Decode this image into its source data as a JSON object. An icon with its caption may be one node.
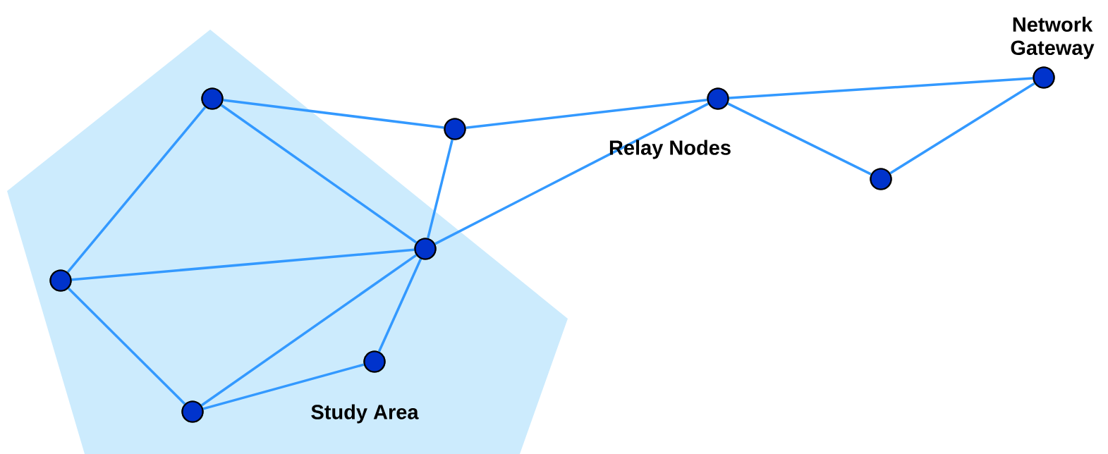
{
  "diagram": {
    "nodes": [
      {
        "text": [
          "Study Area"
        ]
      },
      {
        "text": [],
        "shape": "circle",
        "in": 0
      },
      {
        "text": [],
        "shape": "circle",
        "in": 0
      },
      {
        "text": [],
        "shape": "circle",
        "in": 0
      },
      {
        "text": [],
        "shape": "circle",
        "in": 0
      },
      {
        "text": [],
        "shape": "circle",
        "in": 0
      },
      {
        "text": [],
        "shape": "circle"
      },
      {
        "text": [],
        "shape": "circle"
      },
      {
        "text": [],
        "shape": "circle"
      },
      {
        "text": [],
        "shape": "circle",
        "beside": [
          "Network Gateway"
        ]
      }
    ],
    "edges": [
      {
        "from": 1,
        "to": 6,
        "arrow": "none"
      },
      {
        "from": 1,
        "to": 3,
        "arrow": "none"
      },
      {
        "from": 1,
        "to": 2,
        "arrow": "none"
      },
      {
        "from": 2,
        "to": 3,
        "arrow": "none"
      },
      {
        "from": 2,
        "to": 5,
        "arrow": "none"
      },
      {
        "from": 5,
        "to": 3,
        "arrow": "none"
      },
      {
        "from": 5,
        "to": 4,
        "arrow": "none"
      },
      {
        "from": 4,
        "to": 3,
        "arrow": "none"
      },
      {
        "from": 3,
        "to": 6,
        "arrow": "none"
      },
      {
        "from": 3,
        "to": 7,
        "arrow": "none"
      },
      {
        "from": 6,
        "to": 7,
        "arrow": "none"
      },
      {
        "from": 7,
        "to": 9,
        "arrow": "none"
      },
      {
        "from": 7,
        "to": 8,
        "arrow": "none"
      },
      {
        "from": 8,
        "to": 9,
        "arrow": "none"
      }
    ],
    "labels": [
      "Relay Nodes"
    ]
  }
}
